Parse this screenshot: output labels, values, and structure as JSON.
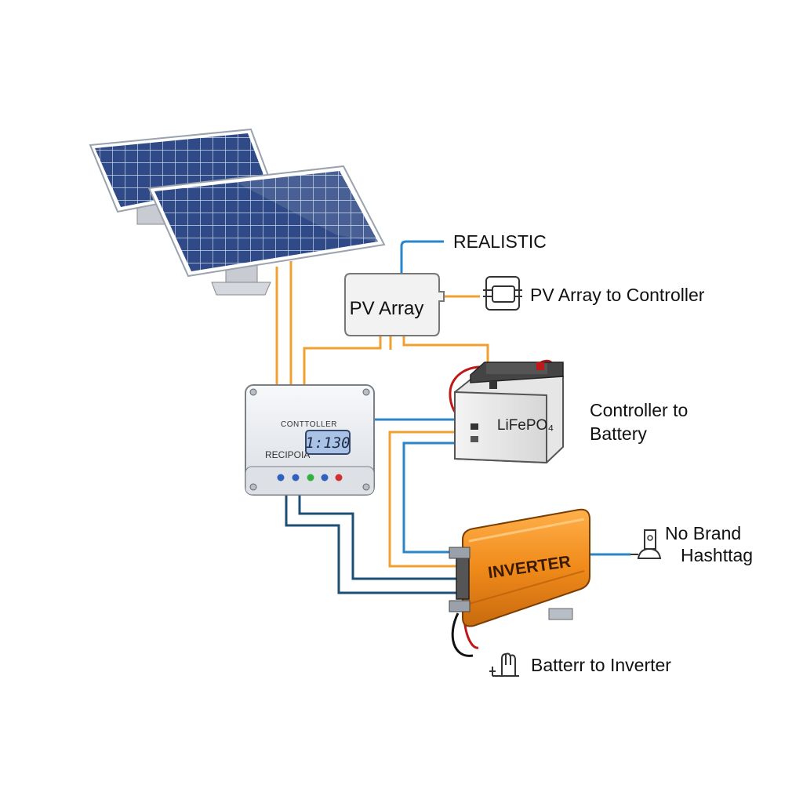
{
  "labels": {
    "realistic": "REALISTIC",
    "pv_array_box": "PV Array",
    "pv_to_controller": "PV Array to Controller",
    "controller_to_battery_line1": "Controller to",
    "controller_to_battery_line2": "Battery",
    "no_brand_line1": "No Brand",
    "no_brand_line2": "Hashttag",
    "battery_to_inverter": "Batterr to Inverter"
  },
  "controller": {
    "title": "CONTTOLLER",
    "model": "RΕCIPOIA",
    "display": "1:130"
  },
  "battery": {
    "label": "LiFePO₄"
  },
  "inverter": {
    "label": "INVERTER"
  },
  "colors": {
    "orange_wire": "#f0a030",
    "blue_wire": "#2a86c8",
    "navy_wire": "#1d4f74",
    "inverter_body": "#f08a1a",
    "panel_cell": "#2f4a86",
    "led_blue": "#3060c0",
    "led_green": "#30b040",
    "led_red": "#d03030"
  }
}
